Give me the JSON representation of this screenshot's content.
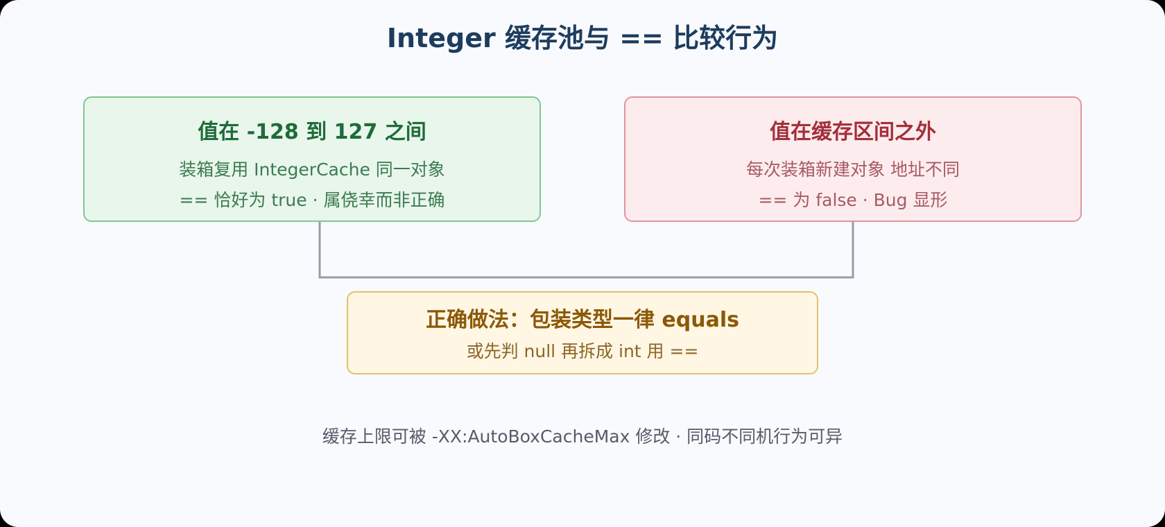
{
  "title": "Integer 缓存池与 == 比较行为",
  "boxes": {
    "cached": {
      "title": "值在 -128 到 127 之间",
      "lines": [
        "装箱复用 IntegerCache 同一对象",
        "== 恰好为 true · 属侥幸而非正确"
      ],
      "colors": {
        "background": "#e8f6ec",
        "border": "#82c693",
        "title": "#1f6b39",
        "text": "#3c7b50"
      }
    },
    "uncached": {
      "title": "值在缓存区间之外",
      "lines": [
        "每次装箱新建对象 地址不同",
        "== 为 false · Bug 显形"
      ],
      "colors": {
        "background": "#fdeced",
        "border": "#e0959c",
        "title": "#a2303b",
        "text": "#a75a62"
      }
    },
    "correct": {
      "title": "正确做法：包装类型一律 equals",
      "lines": [
        "或先判 null 再拆成 int 用 =="
      ],
      "colors": {
        "background": "#fff7e4",
        "border": "#e1c16d",
        "title": "#8b5906",
        "text": "#8c6527"
      }
    }
  },
  "footer": "缓存上限可被 -XX:AutoBoxCacheMax 修改 · 同码不同机行为可异",
  "colors": {
    "title": "#1d3c5e",
    "connector": "#9b9ba8",
    "background": "#f8fafd"
  }
}
